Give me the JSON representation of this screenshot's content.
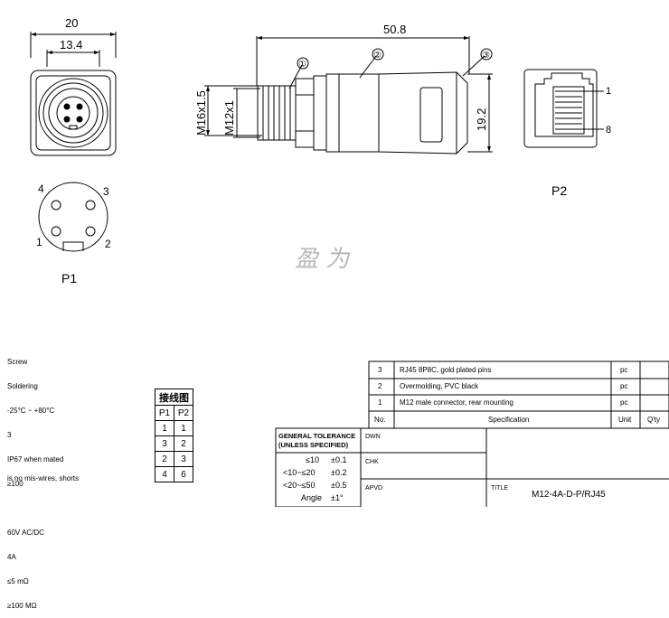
{
  "dimensions": {
    "p1_width": "20",
    "p1_inner": "13.4",
    "length": "50.8",
    "thread_outer": "M16x1.5",
    "thread_inner": "M12x1",
    "height": "19.2"
  },
  "callouts": [
    "①",
    "②",
    "③"
  ],
  "p1": {
    "label": "P1",
    "pins": [
      "1",
      "2",
      "3",
      "4"
    ]
  },
  "p2": {
    "label": "P2",
    "pin_first": "1",
    "pin_last": "8"
  },
  "watermark": "盈 为",
  "notes": [
    "Screw",
    "Soldering",
    "-25°C ~ +80°C",
    "3",
    "IP67 when mated",
    "≥100",
    "",
    "60V AC/DC",
    "4A",
    "≤5 mΩ",
    "≥100 MΩ",
    "",
    "",
    "",
    "is no mis-wires, shorts"
  ],
  "wiring": {
    "title": "接线图",
    "headers": [
      "P1",
      "P2"
    ],
    "rows": [
      [
        "1",
        "1"
      ],
      [
        "3",
        "2"
      ],
      [
        "2",
        "3"
      ],
      [
        "4",
        "6"
      ]
    ]
  },
  "bom": {
    "rows": [
      {
        "no": "3",
        "spec": "RJ45 8P8C, gold plated pins",
        "unit": "pc"
      },
      {
        "no": "2",
        "spec": "Overmolding, PVC black",
        "unit": "pc"
      },
      {
        "no": "1",
        "spec": "M12 male connector, rear mounting",
        "unit": "pc"
      }
    ],
    "headers": {
      "no": "No.",
      "spec": "Specification",
      "unit": "Unit",
      "qty": "Q'ty"
    }
  },
  "tolerance": {
    "title_line1": "GENERAL TOLERANCE",
    "title_line2": "(UNLESS SPECIFIED)",
    "rows": [
      {
        "range": "≤10",
        "tol": "±0.1"
      },
      {
        "range": "<10~≤20",
        "tol": "±0.2"
      },
      {
        "range": "<20~≤50",
        "tol": "±0.5"
      },
      {
        "range": "Angle",
        "tol": "±1°"
      }
    ]
  },
  "signoff": {
    "dwn": "DWN",
    "chk": "CHK",
    "apvd": "APVD"
  },
  "title_block": {
    "label": "TITLE",
    "value": "M12-4A-D-P/RJ45"
  }
}
